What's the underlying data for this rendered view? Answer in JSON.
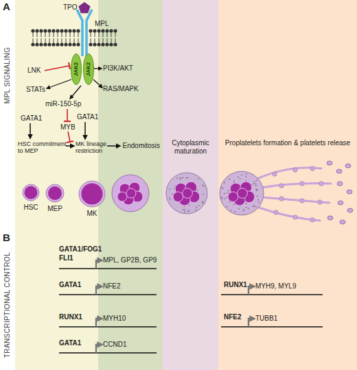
{
  "diagram": {
    "nodes": [
      {
        "text": [
          "JAK2"
        ]
      },
      {
        "text": [
          "JAK2"
        ]
      },
      {
        "text": [
          "Endomitosis"
        ]
      },
      {
        "text": [
          "Cytoplasmic maturation"
        ]
      },
      {
        "text": [
          "Proplatelets formation & platelets release"
        ]
      },
      {
        "text": [
          "HSC"
        ]
      },
      {
        "text": [
          "MEP"
        ]
      },
      {
        "text": [
          "MK"
        ]
      }
    ],
    "labels": [
      "A",
      "MPL SIGNALING",
      "TPO",
      "MPL",
      "LNK",
      "STATs",
      "PI3K/AKT",
      "RAS/MAPK",
      "miR-150-5p",
      "GATA1",
      "MYB",
      "GATA1",
      "HSC commitment to MEP",
      "MK lineage restriction",
      "B",
      "TRANSCRIPTIONAL CONTROL",
      "GATA1/FOG1",
      "FLI1",
      "MPL, GP2B, GP9",
      "GATA1",
      "NFE2",
      "RUNX1",
      "MYH10",
      "GATA1",
      "CCND1",
      "RUNX1",
      "MYH9, MYL9",
      "NFE2",
      "TUBB1"
    ]
  }
}
